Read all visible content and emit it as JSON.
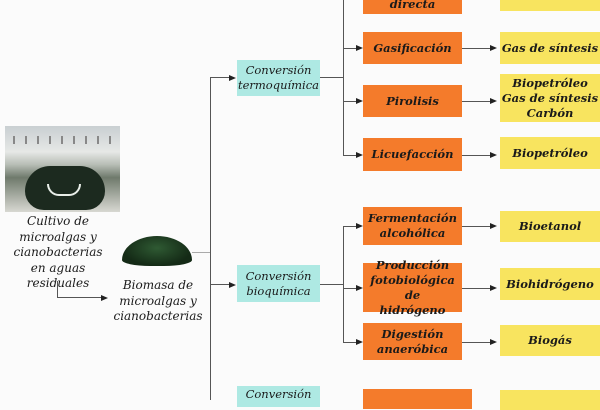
{
  "source": {
    "photo_label": "greenhouse-raceway-pond-photo",
    "caption": "Cultivo de\nmicroalgas y\ncianobacterias\nen aguas residuales"
  },
  "biomass": {
    "image_label": "algae-powder-pile",
    "caption": "Biomasa de\nmicroalgas y\ncianobacterias"
  },
  "conversions": [
    {
      "label": "Conversión\ntermoquímica"
    },
    {
      "label": "Conversión\nbioquímica"
    },
    {
      "label": "Conversión"
    }
  ],
  "processes": [
    {
      "label": "directa",
      "product": ""
    },
    {
      "label": "Gasificación",
      "product": "Gas de síntesis"
    },
    {
      "label": "Pirolisis",
      "product": "Biopetróleo\nGas de síntesis\nCarbón"
    },
    {
      "label": "Licuefacción",
      "product": "Biopetróleo"
    },
    {
      "label": "Fermentación\nalcohólica",
      "product": "Bioetanol"
    },
    {
      "label": "Producción\nfotobiológica de\nhidrógeno",
      "product": "Biohidrógeno"
    },
    {
      "label": "Digestión\nanaeróbica",
      "product": "Biogás"
    }
  ],
  "colors": {
    "conversion": "#aee9e3",
    "process": "#f47b2b",
    "product": "#f8e45f"
  }
}
